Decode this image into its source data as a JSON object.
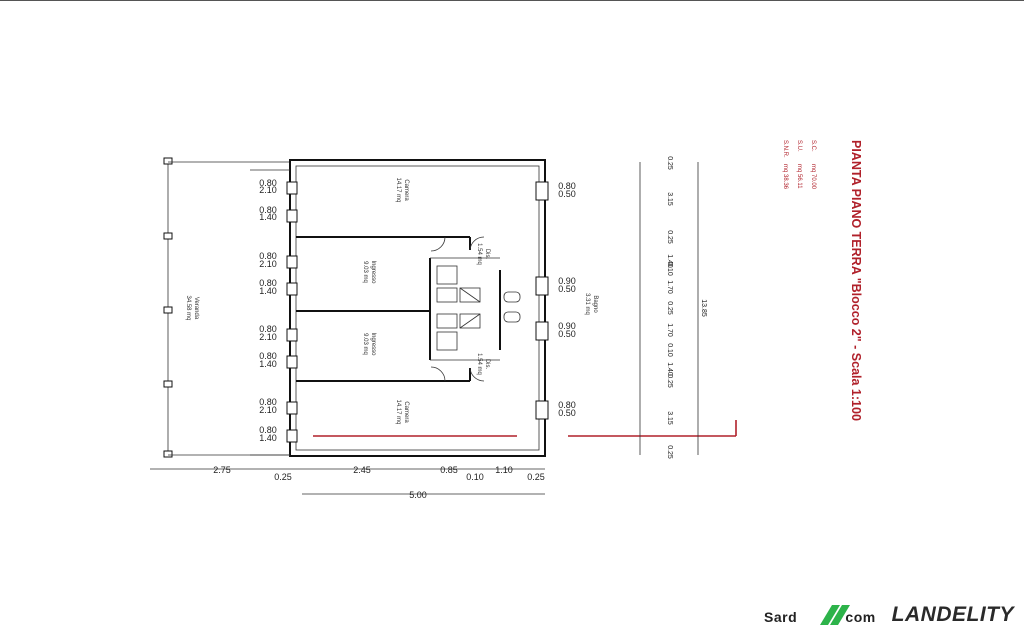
{
  "plan": {
    "title": "PIANTA PIANO TERRA  \"Blocco 2\" - Scala 1:100",
    "stats": [
      {
        "label": "S.C.",
        "value": "mq  70.00"
      },
      {
        "label": "S.U.",
        "value": "mq  56.11"
      },
      {
        "label": "S.N.R.",
        "value": "mq  38.36"
      }
    ],
    "rooms": {
      "camera_top": {
        "name": "Camera",
        "area": "14.17 mq"
      },
      "ingresso_top": {
        "name": "Ingresso",
        "area": "9.03 mq"
      },
      "dis_top": {
        "name": "Dis.",
        "area": "1.54 mq"
      },
      "bagno": {
        "name": "Bagno",
        "area": "3.31 mq"
      },
      "ingresso_bottom": {
        "name": "Ingresso",
        "area": "9.03 mq"
      },
      "dis_bottom": {
        "name": "Dis.",
        "area": "1.54 mq"
      },
      "camera_bottom": {
        "name": "Camera",
        "area": "14.17 mq"
      },
      "veranda": {
        "name": "Veranda",
        "area": "34.58 mq"
      }
    },
    "left_dims": [
      "0.80",
      "2.10",
      "0.80",
      "1.40",
      "0.80",
      "2.10",
      "0.80",
      "1.40",
      "0.80",
      "2.10",
      "0.80",
      "1.40",
      "0.80",
      "2.10",
      "0.80",
      "1.40"
    ],
    "right_dims": [
      "0.80",
      "0.50",
      "0.90",
      "0.50",
      "0.90",
      "0.50",
      "0.80",
      "0.50"
    ],
    "vertical_outer": [
      "0.25",
      "3.15",
      "0.25",
      "1.40",
      "0.10",
      "1.70",
      "0.25",
      "1.70",
      "0.10",
      "1.40",
      "0.25",
      "3.15",
      "0.25"
    ],
    "vertical_total": "13.85",
    "bottom_row1": [
      "2.75",
      "2.45",
      "0.85",
      "1.10"
    ],
    "bottom_row2": [
      "0.25",
      "0.10",
      "0.25"
    ],
    "bottom_total": "5.00"
  },
  "brand": {
    "left": "Sard",
    "left_tail": "com",
    "right": "LANDELITY",
    "mark_color": "#2db34a"
  }
}
